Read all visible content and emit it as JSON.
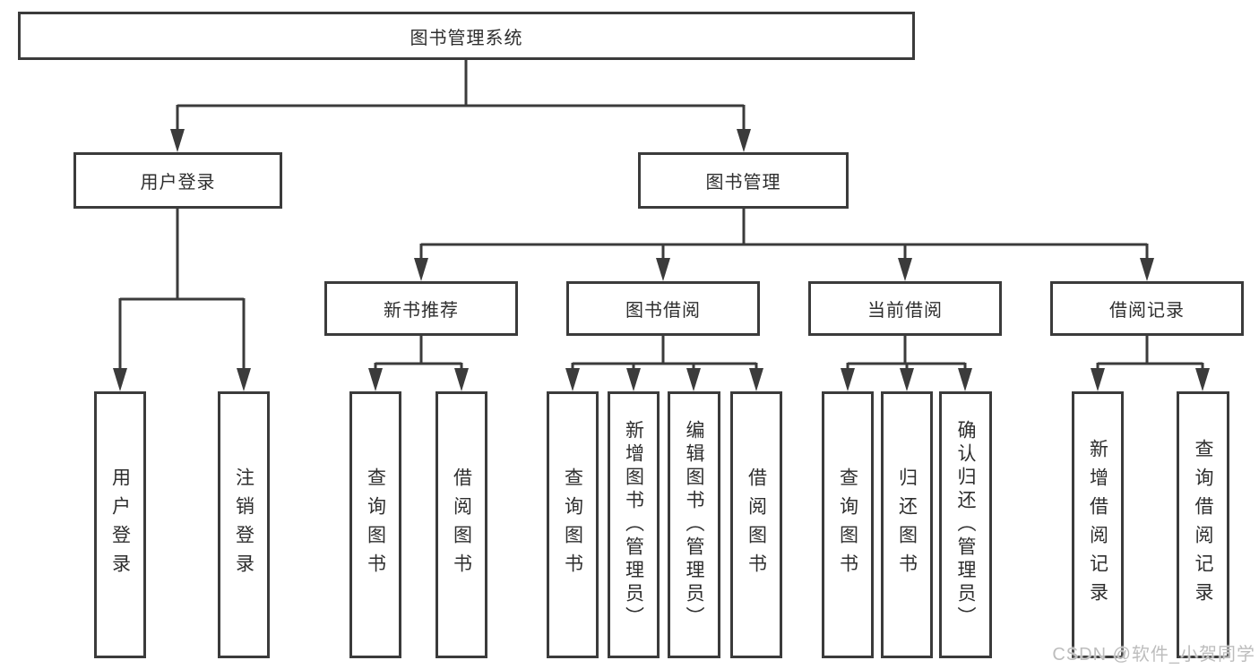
{
  "colors": {
    "background": "#ffffff",
    "line": "#3b3b3b",
    "box_border": "#3b3b3b",
    "text": "#2e2e2e",
    "watermark": "#bdbdbd"
  },
  "tree": {
    "root": {
      "label": "图书管理系统",
      "children": [
        {
          "label": "用户登录",
          "children": [
            {
              "label": "用户登录"
            },
            {
              "label": "注销登录"
            }
          ]
        },
        {
          "label": "图书管理",
          "children": [
            {
              "label": "新书推荐",
              "children": [
                {
                  "label": "查询图书"
                },
                {
                  "label": "借阅图书"
                }
              ]
            },
            {
              "label": "图书借阅",
              "children": [
                {
                  "label": "查询图书"
                },
                {
                  "label": "新增图书（管理员）"
                },
                {
                  "label": "编辑图书（管理员）"
                },
                {
                  "label": "借阅图书"
                }
              ]
            },
            {
              "label": "当前借阅",
              "children": [
                {
                  "label": "查询图书"
                },
                {
                  "label": "归还图书"
                },
                {
                  "label": "确认归还（管理员）"
                }
              ]
            },
            {
              "label": "借阅记录",
              "children": [
                {
                  "label": "新增借阅记录"
                },
                {
                  "label": "查询借阅记录"
                }
              ]
            }
          ]
        }
      ]
    }
  },
  "watermark": {
    "text": "CSDN @软件_小贺同学"
  }
}
